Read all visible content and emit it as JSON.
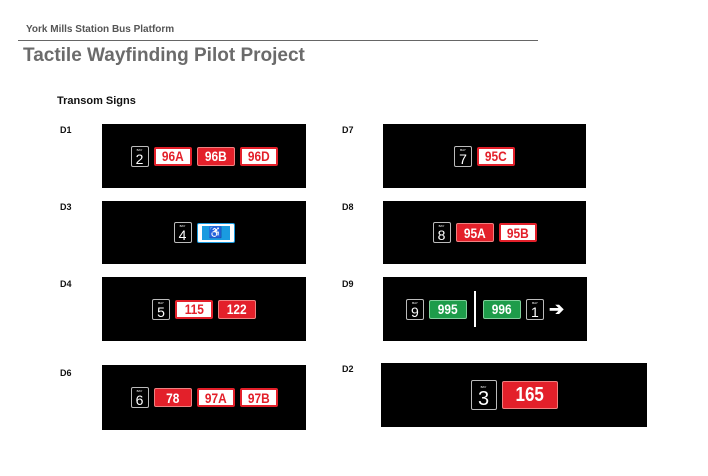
{
  "header": {
    "subtitle": "York Mills Station Bus Platform",
    "title": "Tactile Wayfinding Pilot Project",
    "section": "Transom Signs"
  },
  "colors": {
    "red": "#e3202a",
    "green": "#1e9c4a",
    "blue": "#1a9be0"
  },
  "signs": [
    {
      "id": "D1",
      "items": [
        {
          "type": "bay",
          "bay_label": "BAY",
          "num": "2"
        },
        {
          "type": "route",
          "label": "96A",
          "style": "outline"
        },
        {
          "type": "route",
          "label": "96B",
          "style": "filled"
        },
        {
          "type": "route",
          "label": "96D",
          "style": "outline"
        }
      ]
    },
    {
      "id": "D3",
      "items": [
        {
          "type": "bay",
          "bay_label": "BAY",
          "num": "4"
        },
        {
          "type": "accessible",
          "icon": "wheelchair-accessible-icon"
        }
      ]
    },
    {
      "id": "D4",
      "items": [
        {
          "type": "bay",
          "bay_label": "BAY",
          "num": "5"
        },
        {
          "type": "route",
          "label": "115",
          "style": "outline"
        },
        {
          "type": "route",
          "label": "122",
          "style": "filled"
        }
      ]
    },
    {
      "id": "D6",
      "items": [
        {
          "type": "bay",
          "bay_label": "BAY",
          "num": "6"
        },
        {
          "type": "route",
          "label": "78",
          "style": "filled"
        },
        {
          "type": "route",
          "label": "97A",
          "style": "outline"
        },
        {
          "type": "route",
          "label": "97B",
          "style": "outline"
        }
      ]
    },
    {
      "id": "D7",
      "items": [
        {
          "type": "bay",
          "bay_label": "BAY",
          "num": "7"
        },
        {
          "type": "route",
          "label": "95C",
          "style": "outline"
        }
      ]
    },
    {
      "id": "D8",
      "items": [
        {
          "type": "bay",
          "bay_label": "BAY",
          "num": "8"
        },
        {
          "type": "route",
          "label": "95A",
          "style": "filled"
        },
        {
          "type": "route",
          "label": "95B",
          "style": "outline"
        }
      ]
    },
    {
      "id": "D9",
      "items": [
        {
          "type": "bay",
          "bay_label": "BAY",
          "num": "9"
        },
        {
          "type": "route",
          "label": "995",
          "style": "green"
        },
        {
          "type": "divider"
        },
        {
          "type": "route",
          "label": "996",
          "style": "green"
        },
        {
          "type": "bay",
          "bay_label": "BAY",
          "num": "1"
        },
        {
          "type": "arrow",
          "icon": "arrow-right-icon"
        }
      ]
    },
    {
      "id": "D2",
      "items": [
        {
          "type": "bay",
          "bay_label": "BAY",
          "num": "3"
        },
        {
          "type": "route",
          "label": "165",
          "style": "filled"
        }
      ]
    }
  ]
}
